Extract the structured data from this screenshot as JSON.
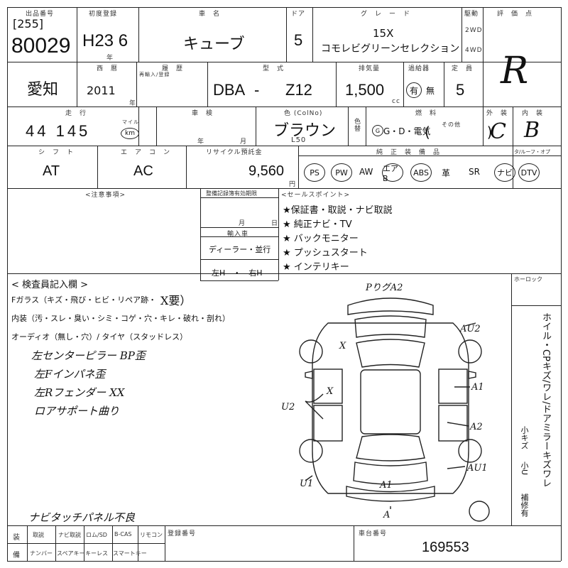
{
  "header": {
    "lot_label": "出品番号",
    "lot_prefix": "[255]",
    "lot_no": "80029",
    "first_reg_label": "初度登録",
    "first_reg": "H23 6",
    "first_reg_unit": "年",
    "model_name_label": "車　名",
    "model_name": "キューブ",
    "doors_label": "ドア",
    "doors": "5",
    "grade_label": "グ　レ　ー　ド",
    "grade_line1": "15X",
    "grade_line2": "コモレビグリーンセレクション",
    "drive_label": "駆動",
    "drive_2wd": "2WD",
    "drive_4wd": "4WD",
    "rating_label": "評　価　点",
    "rating": "R"
  },
  "row2": {
    "region": "愛知",
    "year_label": "西　暦",
    "year": "2011",
    "history_label": "履　歴",
    "history_sub": "再輸入/登録",
    "history_unit": "年",
    "type_label": "型　式",
    "type_prefix": "DBA",
    "type_dash": "-",
    "type_code": "Z12",
    "cc_label": "排気量",
    "cc": "1,500",
    "cc_unit": "cc",
    "turbo_label": "過給器",
    "turbo_yes": "有",
    "turbo_no": "無",
    "capacity_label": "定　員",
    "capacity": "5"
  },
  "row3": {
    "mileage_label": "走　行",
    "mileage": "44 145",
    "mileage_unit_top": "マイル",
    "mileage_unit": "km",
    "shaken_label": "車　検",
    "shaken_year": "年",
    "shaken_month": "月",
    "color_label": "色 (ColNo)",
    "color": "ブラウン",
    "color_code": "L50",
    "color_change": "色替",
    "fuel_label": "燃　料",
    "fuel_options": "G・D・電気",
    "fuel_other": "その他",
    "exterior_label": "外　装",
    "exterior": "C",
    "interior_label": "内　装",
    "interior": "B"
  },
  "row4": {
    "shift_label": "シ　フ　ト",
    "shift": "AT",
    "aircon_label": "エ　ア　コ　ン",
    "aircon": "AC",
    "recycle_label": "リサイクル預託金",
    "recycle": "9,560",
    "recycle_unit": "円",
    "equipment_label": "純　正　装　備　品",
    "equipment_extra_label": "タ/ルーフ・オプ",
    "equipment": [
      "PS",
      "PW",
      "AW",
      "エアB",
      "ABS",
      "革",
      "SR",
      "ナビ",
      "DTV"
    ],
    "equipment_circled": [
      true,
      true,
      false,
      true,
      true,
      false,
      false,
      true,
      true
    ]
  },
  "notes": {
    "caution_label": "<注意事項>",
    "warranty_label": "整備記録簿有効期限",
    "warranty_month": "月",
    "warranty_day": "日",
    "import_label": "輸入車",
    "import_type": "ディーラー・並行",
    "steering": "左H　・　右H",
    "sales_label": "<セールスポイント>",
    "sales_points": [
      "★保証書・取説・ナビ取説",
      "★ 純正ナビ・TV",
      "★ バックモニター",
      "★ プッシュスタート",
      "★ インテリキー"
    ]
  },
  "inspector": {
    "title": "< 検査員記入欄 >",
    "glass_line": "Fガラス（キズ・飛び・ヒビ・リペア跡・",
    "glass_mark": "X要）",
    "interior_line": "内装（汚・スレ・臭い・シミ・コゲ・穴・キレ・破れ・剖れ）",
    "audio_line": "オーディオ（無し・穴）/ タイヤ（スタッドレス）",
    "handwritten": [
      "左センターピラー BP歪",
      "左Fインパネ歪",
      "左Rフェンダー XX",
      "ロアサポート曲り"
    ],
    "bottom_note": "ナビタッチパネル不良"
  },
  "diagram": {
    "labels": [
      "PりグA2",
      "AU2",
      "A1",
      "A2",
      "AU1",
      "U2",
      "U1",
      "A1",
      "A",
      "X",
      "X"
    ],
    "corner_label": "ホーロック",
    "side_vertical": "ホイル・CPキズ/ワレ/ドアミラーキズワレ",
    "side_legend": [
      "小キズ",
      "小U",
      "補修有"
    ]
  },
  "footer": {
    "row1": [
      "装",
      "取説",
      "ナビ取説",
      "ロム/SD",
      "B-CAS",
      "リモコン"
    ],
    "row2": [
      "備",
      "ナンバー",
      "スペアキー",
      "キーレス",
      "スマートキー"
    ],
    "reg_label": "登録番号",
    "chassis_label": "車台番号",
    "chassis_no": "169553"
  },
  "colors": {
    "ink": "#111111",
    "line": "#222222"
  }
}
